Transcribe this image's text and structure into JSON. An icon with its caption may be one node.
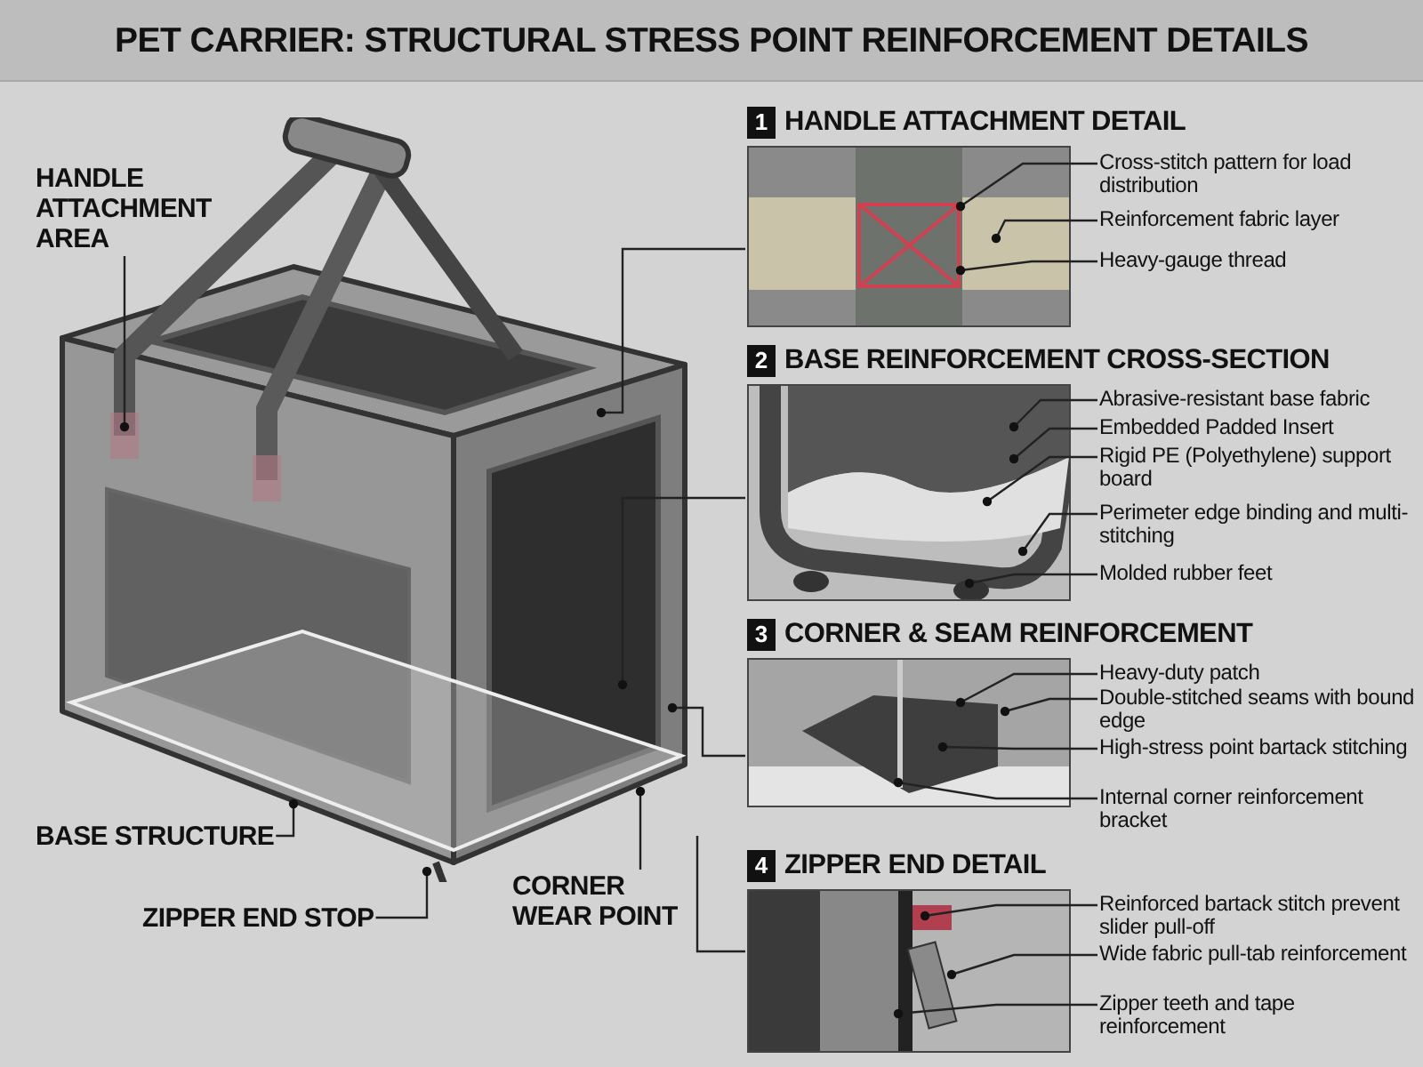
{
  "diagram": {
    "title": "PET CARRIER: STRUCTURAL STRESS POINT REINFORCEMENT DETAILS",
    "nodes": [
      {
        "text": [
          "HANDLE ATTACHMENT AREA"
        ]
      },
      {
        "text": [
          "BASE STRUCTURE"
        ]
      },
      {
        "text": [
          "ZIPPER END STOP"
        ]
      },
      {
        "text": [
          "CORNER WEAR POINT"
        ]
      },
      {
        "text": [
          "1",
          "HANDLE ATTACHMENT DETAIL"
        ]
      },
      {
        "text": [
          "Cross-stitch pattern for load distribution"
        ]
      },
      {
        "text": [
          "Reinforcement fabric layer"
        ]
      },
      {
        "text": [
          "Heavy-gauge thread"
        ]
      },
      {
        "text": [
          "2",
          "BASE REINFORCEMENT CROSS-SECTION"
        ]
      },
      {
        "text": [
          "Abrasive-resistant base fabric"
        ]
      },
      {
        "text": [
          "Embedded Padded Insert"
        ]
      },
      {
        "text": [
          "Rigid PE (Polyethylene) support board"
        ]
      },
      {
        "text": [
          "Perimeter edge binding and multi-stitching"
        ]
      },
      {
        "text": [
          "Molded rubber feet"
        ]
      },
      {
        "text": [
          "3",
          "CORNER & SEAM REINFORCEMENT"
        ]
      },
      {
        "text": [
          "Heavy-duty patch"
        ]
      },
      {
        "text": [
          "Double-stitched seams with bound edge"
        ]
      },
      {
        "text": [
          "High-stress point bartack stitching"
        ]
      },
      {
        "text": [
          "Internal corner reinforcement bracket"
        ]
      },
      {
        "text": [
          "4",
          "ZIPPER END DETAIL"
        ]
      },
      {
        "text": [
          "Reinforced bartack stitch prevent slider pull-off"
        ]
      },
      {
        "text": [
          "Wide fabric pull-tab reinforcement"
        ]
      },
      {
        "text": [
          "Zipper teeth and tape reinforcement"
        ]
      }
    ],
    "edges": [
      {
        "from": 0,
        "to": null,
        "arrow": "other"
      },
      {
        "from": 1,
        "to": null,
        "arrow": "other"
      },
      {
        "from": 2,
        "to": null,
        "arrow": "other"
      },
      {
        "from": 3,
        "to": null,
        "arrow": "other"
      },
      {
        "from": 4,
        "to": null,
        "arrow": "other"
      },
      {
        "from": 5,
        "to": 4,
        "arrow": "other"
      },
      {
        "from": 6,
        "to": 4,
        "arrow": "other"
      },
      {
        "from": 7,
        "to": 4,
        "arrow": "other"
      },
      {
        "from": 8,
        "to": null,
        "arrow": "other"
      },
      {
        "from": 9,
        "to": 8,
        "arrow": "other"
      },
      {
        "from": 10,
        "to": 8,
        "arrow": "other"
      },
      {
        "from": 11,
        "to": 8,
        "arrow": "other"
      },
      {
        "from": 12,
        "to": 8,
        "arrow": "other"
      },
      {
        "from": 13,
        "to": 8,
        "arrow": "other"
      },
      {
        "from": 14,
        "to": null,
        "arrow": "other"
      },
      {
        "from": 15,
        "to": 14,
        "arrow": "other"
      },
      {
        "from": 16,
        "to": 14,
        "arrow": "other"
      },
      {
        "from": 17,
        "to": 14,
        "arrow": "other"
      },
      {
        "from": 18,
        "to": 14,
        "arrow": "other"
      },
      {
        "from": 19,
        "to": null,
        "arrow": "none"
      },
      {
        "from": 20,
        "to": 19,
        "arrow": "other"
      },
      {
        "from": 21,
        "to": 19,
        "arrow": "other"
      },
      {
        "from": 22,
        "to": 19,
        "arrow": "other"
      }
    ]
  }
}
